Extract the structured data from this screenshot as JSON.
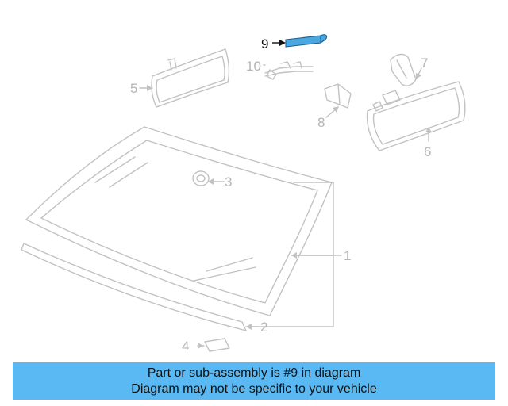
{
  "diagram": {
    "callouts": [
      {
        "id": "1",
        "label": "1"
      },
      {
        "id": "2",
        "label": "2"
      },
      {
        "id": "3",
        "label": "3"
      },
      {
        "id": "4",
        "label": "4"
      },
      {
        "id": "5",
        "label": "5"
      },
      {
        "id": "6",
        "label": "6"
      },
      {
        "id": "7",
        "label": "7"
      },
      {
        "id": "8",
        "label": "8"
      },
      {
        "id": "9",
        "label": "9",
        "highlighted": true
      },
      {
        "id": "10",
        "label": "10"
      }
    ],
    "highlight_color": "#4aa7e0",
    "line_color": "#c2c2c2"
  },
  "banner": {
    "line1": "Part or sub-assembly is #9 in diagram",
    "line2": "Diagram may not be specific to your vehicle",
    "background": "#5ab9f2"
  }
}
